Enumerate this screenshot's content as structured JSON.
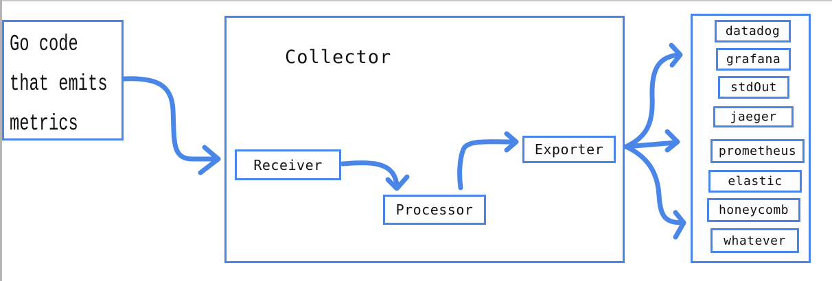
{
  "source": {
    "lines": [
      "Go code",
      "that emits",
      "metrics"
    ]
  },
  "collector": {
    "title": "Collector",
    "receiver": "Receiver",
    "processor": "Processor",
    "exporter": "Exporter"
  },
  "destinations": [
    "datadog",
    "grafana",
    "stdOut",
    "jaeger",
    "prometheus",
    "elastic",
    "honeycomb",
    "whatever"
  ],
  "colors": {
    "accent": "#4a86e8",
    "text": "#111111",
    "background": "#ffffff"
  }
}
